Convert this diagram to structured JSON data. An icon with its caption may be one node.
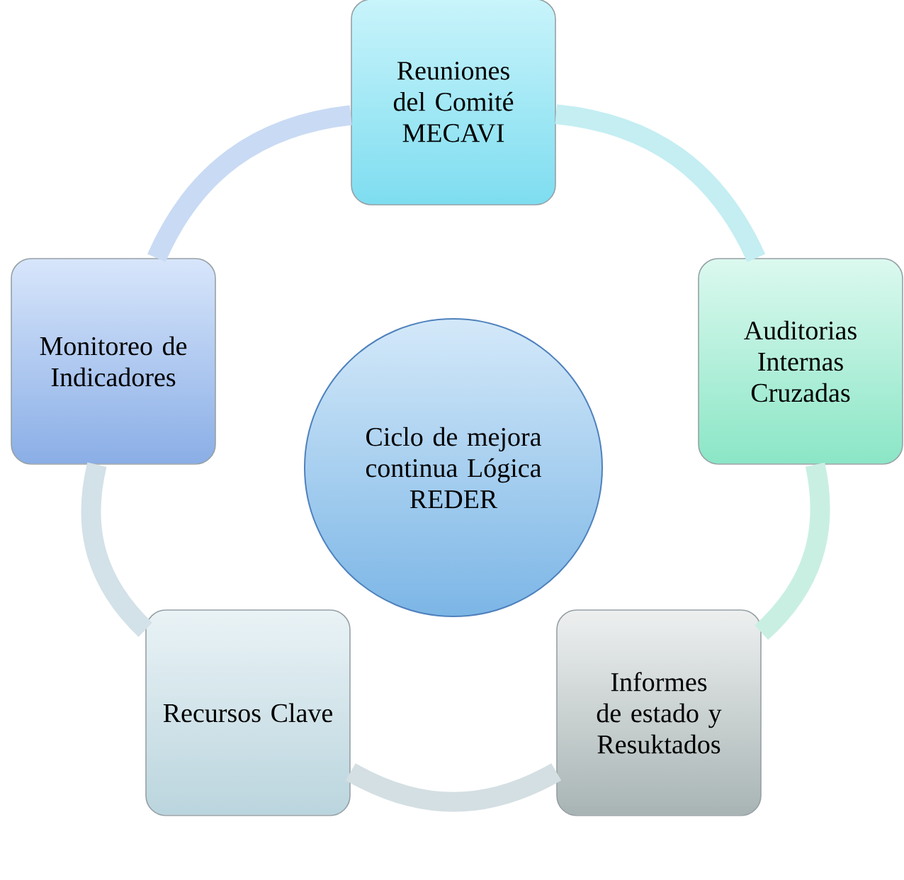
{
  "diagram": {
    "nodes": [
      {
        "text": [
          "Reuniones del Comité MECAVI"
        ]
      },
      {
        "text": [
          "Monitoreo de Indicadores"
        ]
      },
      {
        "text": [
          "Auditorias Internas Cruzadas"
        ]
      },
      {
        "text": [
          "Ciclo de mejora continua Lógica REDER"
        ]
      },
      {
        "text": [
          "Recursos Clave"
        ]
      },
      {
        "text": [
          "Informes de estado y Resuktados"
        ]
      }
    ],
    "edges": [
      {
        "from": 0,
        "to": 2,
        "arrow": "none",
        "color": "#c4eef2"
      },
      {
        "from": 2,
        "to": 5,
        "arrow": "none",
        "color": "#c9efe3"
      },
      {
        "from": 5,
        "to": 4,
        "arrow": "none",
        "color": "#d4dfe3"
      },
      {
        "from": 4,
        "to": 1,
        "arrow": "none",
        "color": "#d3e1e8"
      },
      {
        "from": 1,
        "to": 0,
        "arrow": "none",
        "color": "#c9daf4"
      }
    ]
  }
}
